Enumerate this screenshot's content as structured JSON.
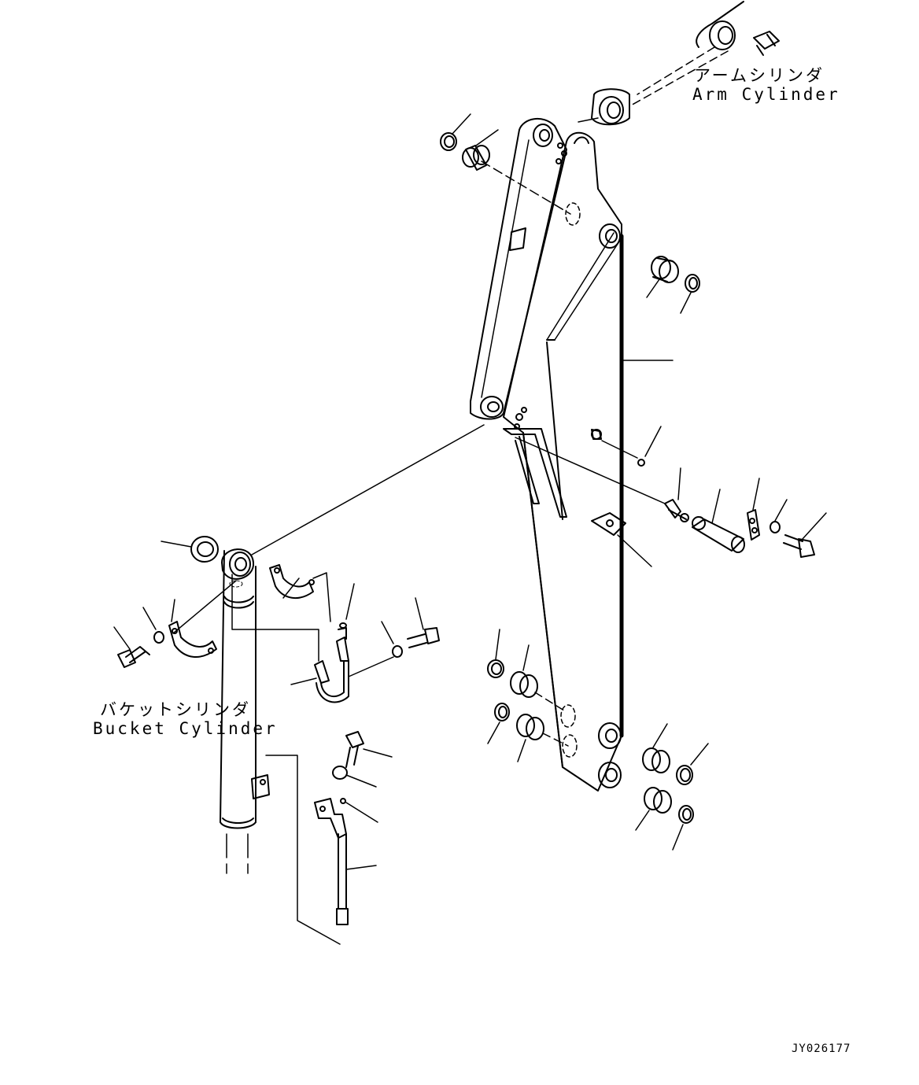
{
  "labels": {
    "arm_cylinder_jp": "アームシリンダ",
    "arm_cylinder_en": "Arm Cylinder",
    "bucket_cylinder_jp": "バケットシリンダ",
    "bucket_cylinder_en": "Bucket Cylinder"
  },
  "drawing_id": "JY026177"
}
